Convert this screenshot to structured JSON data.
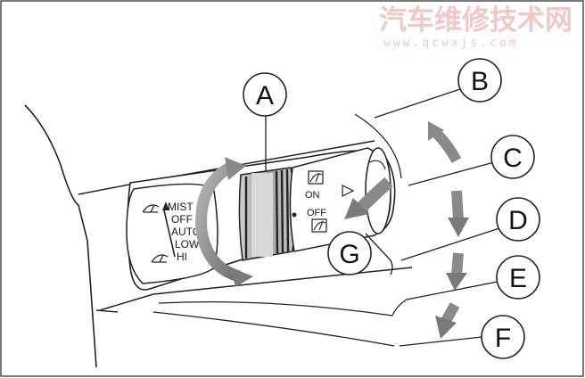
{
  "watermark": {
    "title": "汽车维修技术网",
    "url": "www.qcwxjs.com"
  },
  "callouts": {
    "a": "A",
    "b": "B",
    "c": "C",
    "d": "D",
    "e": "E",
    "f": "F",
    "g": "G"
  },
  "wiper_positions": [
    "MIST",
    "OFF",
    "AUTO",
    "LOW",
    "HI"
  ],
  "washer_switch": {
    "on": "ON",
    "off": "OFF"
  },
  "arrow_color": "#8a8a8a"
}
